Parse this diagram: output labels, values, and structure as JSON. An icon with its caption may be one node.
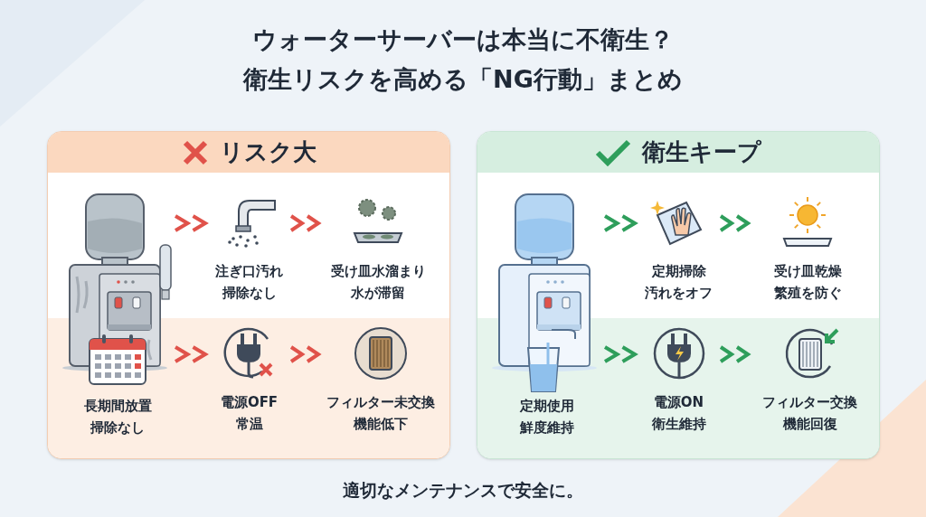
{
  "diagram": {
    "title": "ウォーターサーバーは本当に不衛生？衛生リスクを高める「NG行動」まとめ",
    "caption": "適切なメンテナンスで安全に。",
    "nodes": [
      {
        "text": [
          "リスク大"
        ]
      },
      {
        "text": [
          "長期間放置",
          "掃除なし"
        ],
        "in": 0
      },
      {
        "text": [
          "注ぎ口汚れ",
          "掃除なし"
        ],
        "in": 0
      },
      {
        "text": [
          "受け皿水溜まり",
          "水が滞留"
        ],
        "in": 0
      },
      {
        "text": [
          "電源OFF",
          "常温"
        ],
        "in": 0
      },
      {
        "text": [
          "フィルター未交換",
          "機能低下"
        ],
        "in": 0
      },
      {
        "text": [
          "衛生キープ"
        ]
      },
      {
        "text": [
          "定期使用",
          "鮮度維持"
        ],
        "in": 6
      },
      {
        "text": [
          "定期掃除",
          "汚れをオフ"
        ],
        "in": 6
      },
      {
        "text": [
          "受け皿乾燥",
          "繁殖を防ぐ"
        ],
        "in": 6
      },
      {
        "text": [
          "電源ON",
          "衛生維持"
        ],
        "in": 6
      },
      {
        "text": [
          "フィルター交換",
          "機能回復"
        ],
        "in": 6
      }
    ],
    "edges": [
      {
        "from": 1,
        "to": 2,
        "arrow": "to",
        "color": "#e0524a"
      },
      {
        "from": 2,
        "to": 3,
        "arrow": "to",
        "color": "#e0524a"
      },
      {
        "from": 1,
        "to": 4,
        "arrow": "to",
        "color": "#e0524a"
      },
      {
        "from": 4,
        "to": 5,
        "arrow": "to",
        "color": "#e0524a"
      },
      {
        "from": 7,
        "to": 8,
        "arrow": "to",
        "color": "#2e9e5b"
      },
      {
        "from": 8,
        "to": 9,
        "arrow": "to",
        "color": "#2e9e5b"
      },
      {
        "from": 7,
        "to": 10,
        "arrow": "to",
        "color": "#2e9e5b"
      },
      {
        "from": 10,
        "to": 11,
        "arrow": "to",
        "color": "#2e9e5b"
      }
    ]
  }
}
